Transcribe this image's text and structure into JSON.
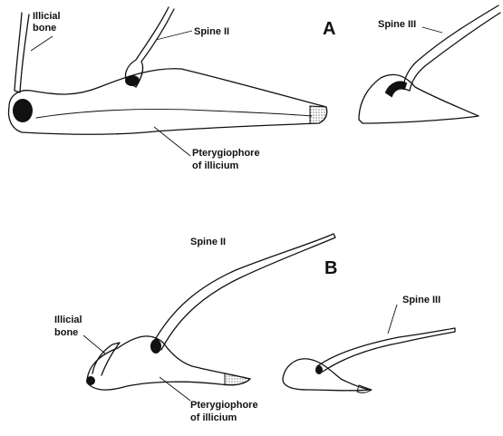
{
  "panels": {
    "a": "A",
    "b": "B"
  },
  "labels": {
    "a_illicial_bone_line1": "Illicial",
    "a_illicial_bone_line2": "bone",
    "a_spine2": "Spine II",
    "a_spine3": "Spine III",
    "a_pterygiophore_line1": "Pterygiophore",
    "a_pterygiophore_line2": "of illicium",
    "b_spine2": "Spine II",
    "b_spine3": "Spine III",
    "b_illicial_bone_line1": "Illicial",
    "b_illicial_bone_line2": "bone",
    "b_pterygiophore_line1": "Pterygiophore",
    "b_pterygiophore_line2": "of illicium"
  }
}
